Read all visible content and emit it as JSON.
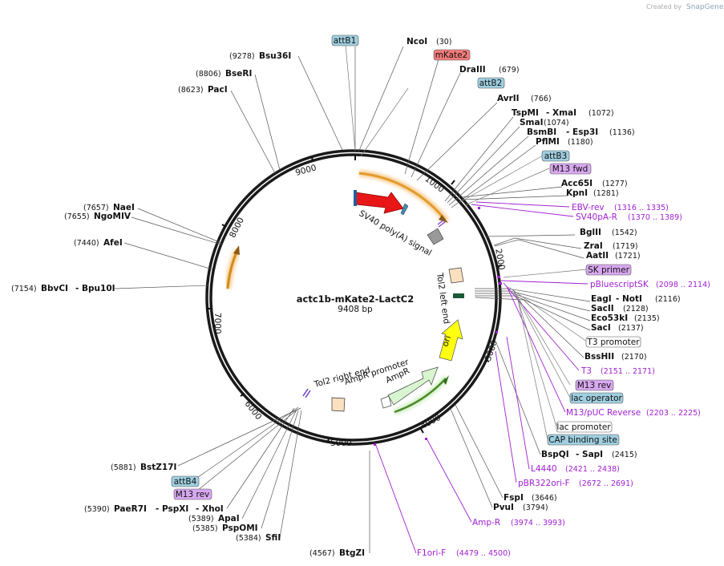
{
  "credit": {
    "prefix": "Created by",
    "brand": "SnapGene"
  },
  "plasmid": {
    "name": "actc1b-mKate2-LactC2",
    "length": "9408 bp"
  },
  "ticks": [
    "1000",
    "2000",
    "3000",
    "4000",
    "5000",
    "6000",
    "7000",
    "8000",
    "9000"
  ],
  "features": {
    "sv40": "SV40 poly(A) signal",
    "tol2_left": "Tol2 left end",
    "ori": "ori",
    "ampr": "AmpR",
    "ampr_promoter": "AmpR promoter",
    "tol2_right": "Tol2 right end"
  },
  "sites_right": [
    {
      "name": "NcoI",
      "pos": "(30)"
    },
    {
      "name": "DraIII",
      "pos": "(679)"
    },
    {
      "name": "AvrII",
      "pos": "(766)"
    },
    {
      "name": "TspMI",
      "name2": "XmaI",
      "pos": "(1072)"
    },
    {
      "name": "SmaI",
      "pos": "(1074)"
    },
    {
      "name": "BsmBI",
      "name2": "Esp3I",
      "pos": "(1136)"
    },
    {
      "name": "PflMI",
      "pos": "(1180)"
    },
    {
      "name": "Acc65I",
      "pos": "(1277)"
    },
    {
      "name": "KpnI",
      "pos": "(1281)"
    },
    {
      "name": "BglII",
      "pos": "(1542)"
    },
    {
      "name": "ZraI",
      "pos": "(1719)"
    },
    {
      "name": "AatII",
      "pos": "(1721)"
    },
    {
      "name": "EagI",
      "name2": "NotI",
      "pos": "(2116)"
    },
    {
      "name": "SacII",
      "pos": "(2128)"
    },
    {
      "name": "Eco53kI",
      "pos": "(2135)"
    },
    {
      "name": "SacI",
      "pos": "(2137)"
    },
    {
      "name": "BssHII",
      "pos": "(2170)"
    },
    {
      "name": "BspQI",
      "name2": "SapI",
      "pos": "(2415)"
    },
    {
      "name": "FspI",
      "pos": "(3646)"
    },
    {
      "name": "PvuI",
      "pos": "(3794)"
    }
  ],
  "sites_left": [
    {
      "name": "Bsu36I",
      "pos": "(9278)"
    },
    {
      "name": "BseRI",
      "pos": "(8806)"
    },
    {
      "name": "PacI",
      "pos": "(8623)"
    },
    {
      "name": "NaeI",
      "pos": "(7657)"
    },
    {
      "name": "NgoMIV",
      "pos": "(7655)"
    },
    {
      "name": "AfeI",
      "pos": "(7440)"
    },
    {
      "name": "BbvCI",
      "name2": "Bpu10I",
      "pos": "(7154)"
    },
    {
      "name": "BstZ17I",
      "pos": "(5881)"
    },
    {
      "name": "PaeR7I",
      "name2": "PspXI",
      "name3": "XhoI",
      "pos": "(5390)"
    },
    {
      "name": "ApaI",
      "pos": "(5389)"
    },
    {
      "name": "PspOMI",
      "pos": "(5385)"
    },
    {
      "name": "SfiI",
      "pos": "(5384)"
    },
    {
      "name": "BtgZI",
      "pos": "(4567)"
    }
  ],
  "boxes": {
    "attB1": "attB1",
    "mKate2": "mKate2",
    "attB2": "attB2",
    "attB3": "attB3",
    "m13fwd": "M13 fwd",
    "skprimer": "SK primer",
    "t3promoter": "T3 promoter",
    "m13rev": "M13 rev",
    "lacop": "lac operator",
    "lacprom": "lac promoter",
    "cap": "CAP binding site",
    "attB4": "attB4",
    "m13rev2": "M13 rev"
  },
  "primers": {
    "ebv": {
      "name": "EBV-rev",
      "pos": "(1316 .. 1335)"
    },
    "sv40pa": {
      "name": "SV40pA-R",
      "pos": "(1370 .. 1389)"
    },
    "pblue": {
      "name": "pBluescriptSK",
      "pos": "(2098 .. 2114)"
    },
    "t3": {
      "name": "T3",
      "pos": "(2151 .. 2171)"
    },
    "m13puc": {
      "name": "M13/pUC Reverse",
      "pos": "(2203 .. 2225)"
    },
    "l4440": {
      "name": "L4440",
      "pos": "(2421 .. 2438)"
    },
    "pbr": {
      "name": "pBR322ori-F",
      "pos": "(2672 .. 2691)"
    },
    "ampr": {
      "name": "Amp-R",
      "pos": "(3974 .. 3993)"
    },
    "f1ori": {
      "name": "F1ori-F",
      "pos": "(4479 .. 4500)"
    }
  }
}
